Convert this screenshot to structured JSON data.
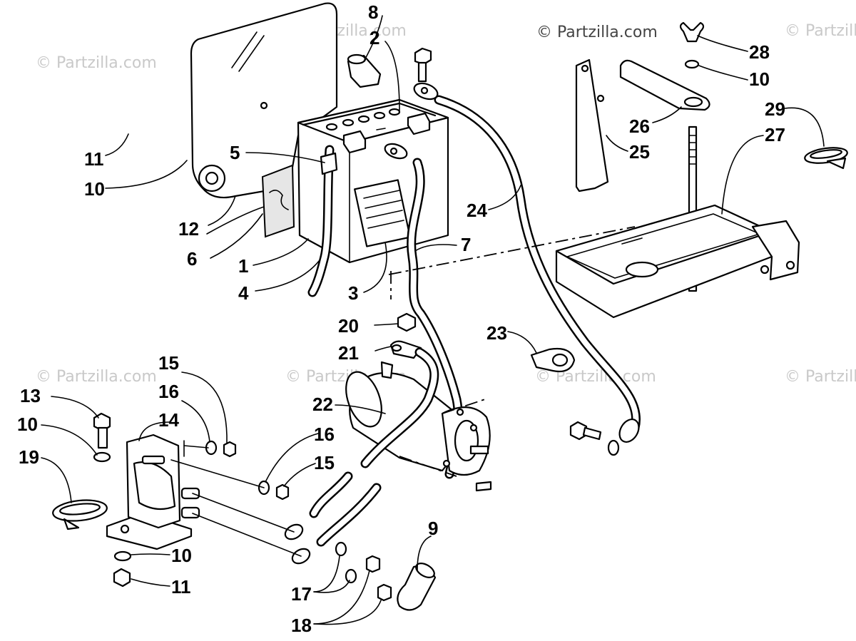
{
  "watermarks": {
    "main": "© Partzilla.com",
    "faint": "© Partzilla.com"
  },
  "callouts": {
    "n1": "1",
    "n2": "2",
    "n3": "3",
    "n4": "4",
    "n5": "5",
    "n6": "6",
    "n7": "7",
    "n8": "8",
    "n9": "9",
    "n10a": "10",
    "n10b": "10",
    "n10c": "10",
    "n10d": "10",
    "n11a": "11",
    "n11b": "11",
    "n12": "12",
    "n13": "13",
    "n14": "14",
    "n15a": "15",
    "n15b": "15",
    "n16a": "16",
    "n16b": "16",
    "n17": "17",
    "n18": "18",
    "n19": "19",
    "n20": "20",
    "n21": "21",
    "n22": "22",
    "n23": "23",
    "n24": "24",
    "n25": "25",
    "n26": "26",
    "n27": "27",
    "n28": "28",
    "n29": "29"
  },
  "colors": {
    "ink": "#000000",
    "watermark": "#c9c9c9",
    "background": "#ffffff"
  }
}
